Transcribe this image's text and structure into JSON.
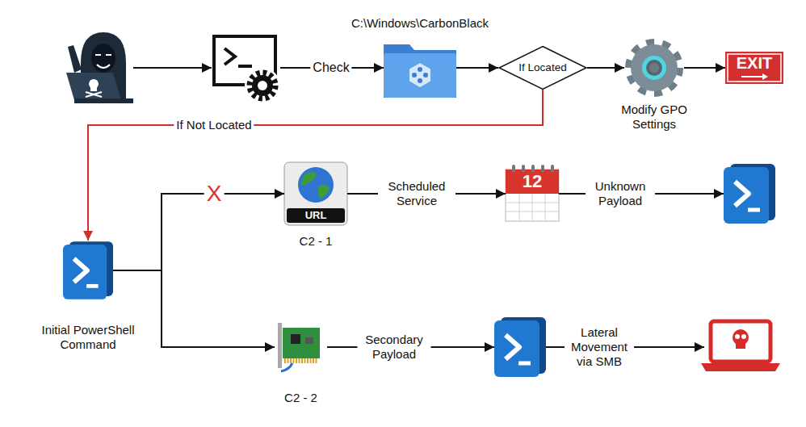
{
  "diagram": {
    "nodes": [
      {
        "text": []
      },
      {
        "text": []
      },
      {
        "text": [
          "C:\\Windows\\CarbonBlack"
        ]
      },
      {
        "text": [
          "If Located"
        ]
      },
      {
        "text": [
          "Modify GPO Settings"
        ]
      },
      {
        "text": [
          "EXIT"
        ]
      },
      {
        "text": [
          "Initial PowerShell Command"
        ]
      },
      {
        "text": [
          "URL",
          "C2 - 1"
        ]
      },
      {
        "text": [
          "12"
        ]
      },
      {
        "text": []
      },
      {
        "text": [
          "C2 - 2"
        ]
      },
      {
        "text": []
      },
      {
        "text": []
      }
    ],
    "edges": [
      {
        "from": 0,
        "to": 1,
        "arrow": "to"
      },
      {
        "from": 1,
        "to": 2,
        "label": "Check",
        "arrow": "to"
      },
      {
        "from": 2,
        "to": 3,
        "arrow": "to"
      },
      {
        "from": 3,
        "to": 4,
        "arrow": "to"
      },
      {
        "from": 4,
        "to": 5,
        "arrow": "to"
      },
      {
        "from": 3,
        "to": 6,
        "label": "If Not Located",
        "arrow": "to"
      },
      {
        "from": 6,
        "to": 7,
        "label": "X",
        "arrow": "to"
      },
      {
        "from": 7,
        "to": 8,
        "label": "Scheduled Service",
        "arrow": "to"
      },
      {
        "from": 8,
        "to": 9,
        "label": "Unknown Payload",
        "arrow": "to"
      },
      {
        "from": 6,
        "to": 10,
        "arrow": "to"
      },
      {
        "from": 10,
        "to": 11,
        "label": "Secondary Payload",
        "arrow": "to"
      },
      {
        "from": 11,
        "to": 12,
        "label": "Lateral Movement via SMB",
        "arrow": "to"
      }
    ]
  }
}
